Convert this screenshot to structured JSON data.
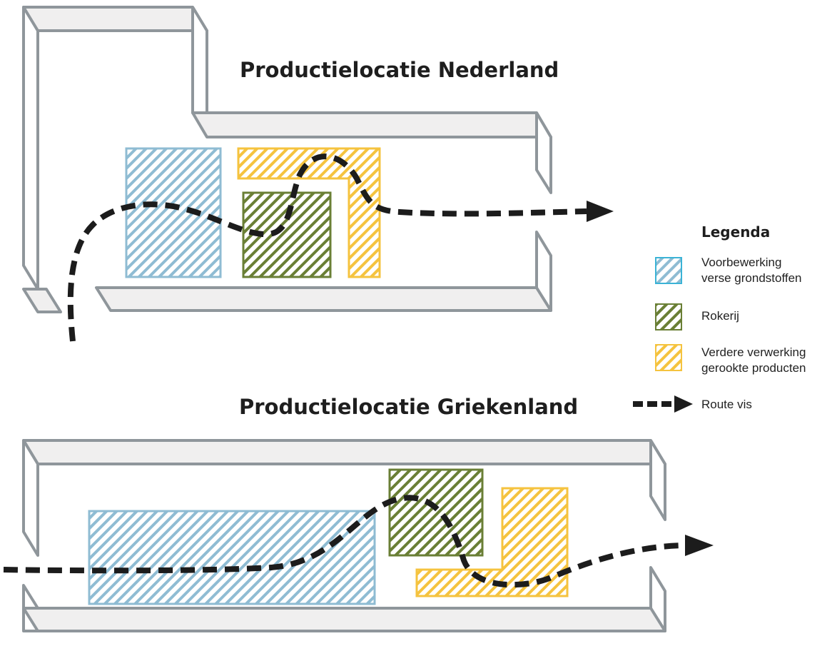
{
  "colors": {
    "voorbewerking": "#8fbcd3",
    "voorbewerking_swatch_border": "#3bb3d6",
    "rokerij": "#6a7f35",
    "verdere_verwerking": "#f5c33f",
    "walls_stroke": "#8f969b",
    "walls_fill": "#f0efef",
    "route": "#1c1c1c"
  },
  "sites": [
    {
      "title": "Productielocatie Nederland"
    },
    {
      "title": "Productielocatie Griekenland"
    }
  ],
  "legend": {
    "title": "Legenda",
    "items": [
      {
        "lines": [
          "Voorbewerking",
          "verse grondstoffen"
        ],
        "icon": "hatched-blue-square"
      },
      {
        "lines": [
          "Rokerij"
        ],
        "icon": "hatched-green-square"
      },
      {
        "lines": [
          "Verdere verwerking",
          "gerookte producten"
        ],
        "icon": "hatched-yellow-square"
      },
      {
        "lines": [
          "Route vis"
        ],
        "icon": "dashed-arrow"
      }
    ]
  }
}
